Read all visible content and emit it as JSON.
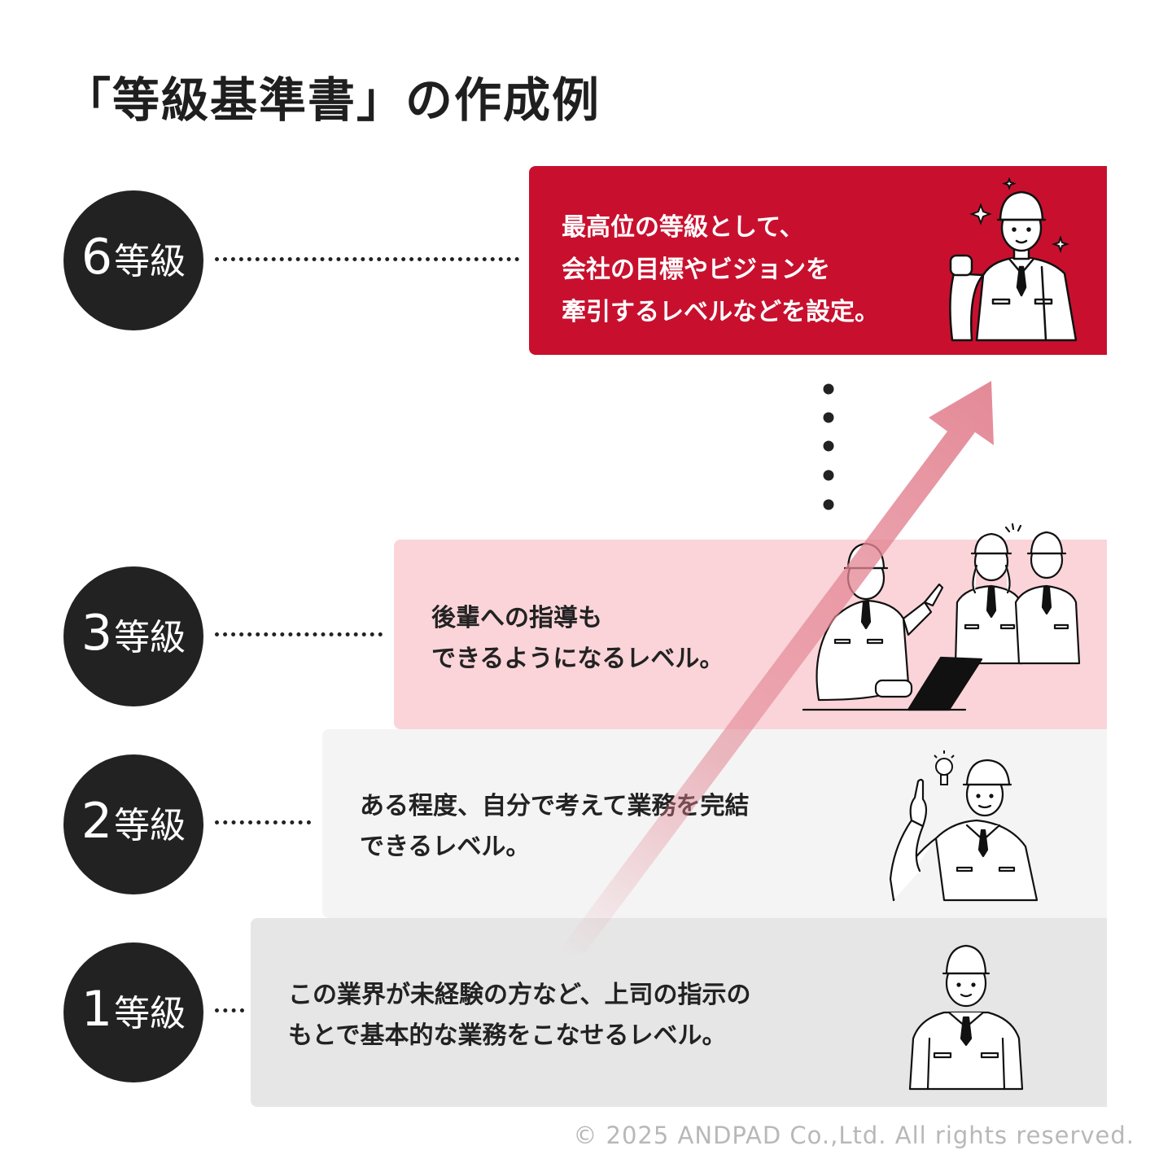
{
  "title": "「等級基準書」の作成例",
  "grades": [
    {
      "num": "6",
      "unit": "等級"
    },
    {
      "num": "3",
      "unit": "等級"
    },
    {
      "num": "2",
      "unit": "等級"
    },
    {
      "num": "1",
      "unit": "等級"
    }
  ],
  "cards": {
    "grade6": [
      "最高位の等級として、",
      "会社の目標やビジョンを",
      "牽引するレベルなどを設定。"
    ],
    "grade3": [
      "後輩への指導も",
      "できるようになるレベル。"
    ],
    "grade2": [
      "ある程度、自分で考えて業務を完結",
      "できるレベル。"
    ],
    "grade1": [
      "この業界が未経験の方など、上司の指示の",
      "もとで基本的な業務をこなせるレベル。"
    ]
  },
  "colors": {
    "grade6": "#c8102e",
    "grade3": "#fad4d9",
    "grade2": "#f4f4f4",
    "grade1": "#e6e6e6",
    "circle": "#222222",
    "arrow": "#e38593"
  },
  "icons": [
    "worker-icon",
    "sparkle-icon",
    "laptop-icon",
    "lightbulb-icon"
  ],
  "copyright": "© 2025 ANDPAD Co.,Ltd. All rights reserved."
}
